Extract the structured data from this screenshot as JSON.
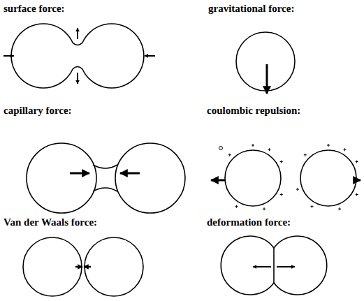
{
  "diagram": {
    "labels": [
      "surface force:",
      "gravitational force:",
      "capillary force:",
      "coulombic repulsion:",
      "Van der Waals force:",
      "deformation force:"
    ]
  }
}
